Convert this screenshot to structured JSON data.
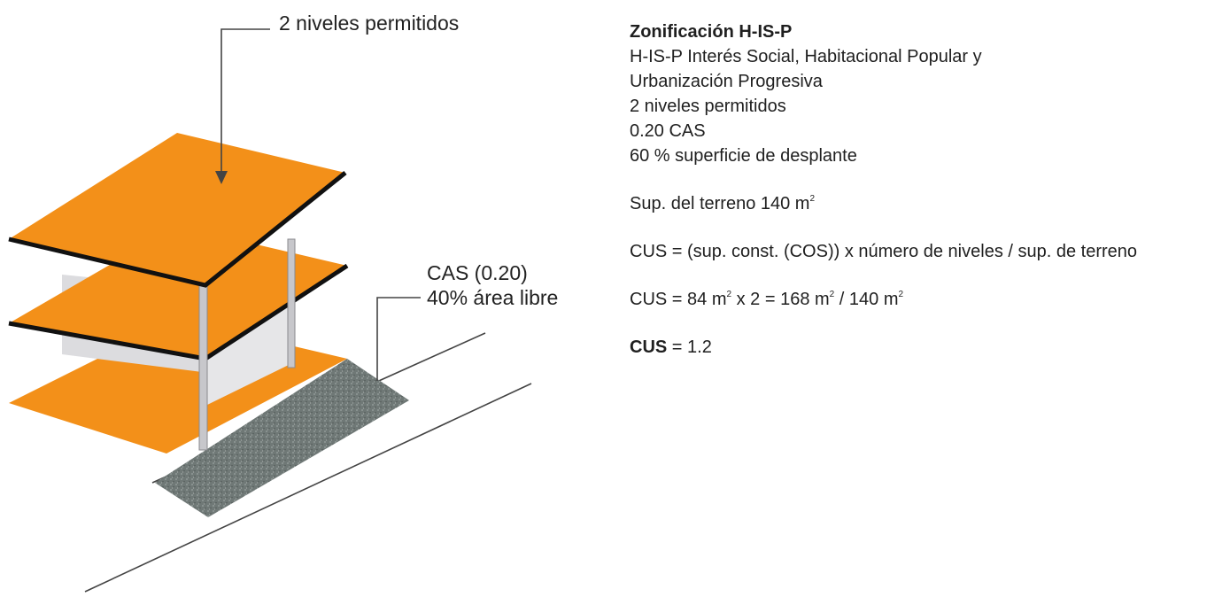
{
  "diagram": {
    "callout_levels": "2 niveles permitidos",
    "callout_cas_line1": "CAS (0.20)",
    "callout_cas_line2": "40% área libre",
    "colors": {
      "slab": "#f39019",
      "slab_edge": "#111111",
      "wall": "#d9d9dc",
      "column": "#c8c8cc",
      "free_area": "#6e7775"
    }
  },
  "info": {
    "title": "Zonificación H-IS-P",
    "description_line1": "H-IS-P  Interés Social, Habitacional Popular y",
    "description_line2": "Urbanización Progresiva",
    "levels": "2   niveles permitidos",
    "cas": "0.20 CAS",
    "footprint": "60 % superficie de desplante",
    "land_area_text": "Sup. del terreno 140 m",
    "land_area_exp": "2",
    "cus_formula": "CUS =  (sup. const. (COS)) x número de niveles / sup. de terreno",
    "cus_calc": {
      "prefix": "CUS = 84 m",
      "exp1": "2",
      "mid": " x 2 = 168 m",
      "exp2": "2",
      "mid2": " / 140 m",
      "exp3": "2"
    },
    "cus_result_label": "CUS",
    "cus_result_value": " = 1.2"
  }
}
